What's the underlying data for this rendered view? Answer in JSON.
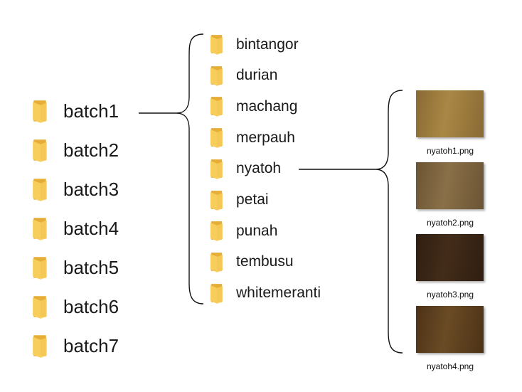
{
  "batches": [
    "batch1",
    "batch2",
    "batch3",
    "batch4",
    "batch5",
    "batch6",
    "batch7"
  ],
  "subfolders": [
    "bintangor",
    "durian",
    "machang",
    "merpauh",
    "nyatoh",
    "petai",
    "punah",
    "tembusu",
    "whitemeranti"
  ],
  "images": [
    {
      "name": "nyatoh1.png",
      "color_dark": "#8a6a34",
      "color_light": "#a98745"
    },
    {
      "name": "nyatoh2.png",
      "color_dark": "#6b5434",
      "color_light": "#8a7048"
    },
    {
      "name": "nyatoh3.png",
      "color_dark": "#2f1e11",
      "color_light": "#432c19"
    },
    {
      "name": "nyatoh4.png",
      "color_dark": "#4c3216",
      "color_light": "#6a4b25"
    }
  ],
  "colors": {
    "folder_front": "#f7cd5b",
    "folder_back": "#e6ad37",
    "line": "#111111"
  }
}
